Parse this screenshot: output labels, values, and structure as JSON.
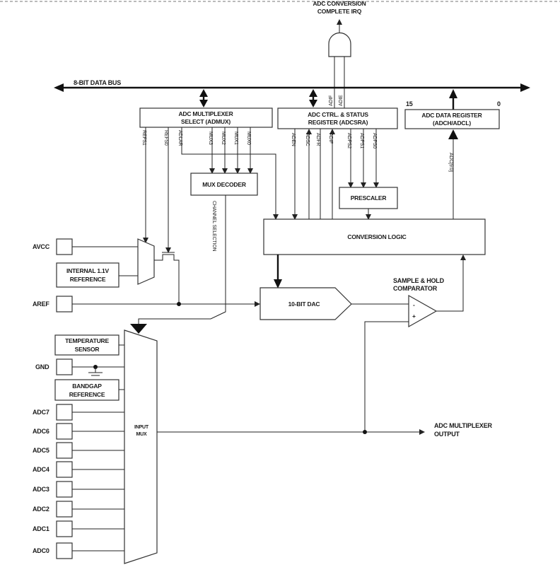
{
  "irq": {
    "line1": "ADC CONVERSION",
    "line2": "COMPLETE IRQ"
  },
  "bus": {
    "label": "8-BIT DATA BUS"
  },
  "admux": {
    "line1": "ADC MULTIPLEXER",
    "line2": "SELECT (ADMUX)",
    "bits": [
      "REFS1",
      "REFS0",
      "ADLAR",
      "MUX3",
      "MUX2",
      "MUX1",
      "MUX0"
    ]
  },
  "adcsra": {
    "line1": "ADC CTRL. & STATUS",
    "line2": "REGISTER (ADCSRA)",
    "bits": [
      "ADEN",
      "ADSC",
      "ADFR",
      "ADIF",
      "ADPS2",
      "ADPS1",
      "ADPS0"
    ],
    "irq_bits": [
      "ADIF",
      "ADIE"
    ]
  },
  "data_register": {
    "line1": "ADC DATA REGISTER",
    "line2": "(ADCH/ADCL)",
    "msb": "15",
    "lsb": "0",
    "bus_label": "ADC[9:0]"
  },
  "mux_decoder": {
    "label": "MUX DECODER"
  },
  "prescaler": {
    "label": "PRESCALER"
  },
  "conversion_logic": {
    "label": "CONVERSION LOGIC"
  },
  "channel_selection": {
    "label": "CHANNEL SELECTION"
  },
  "dac": {
    "label": "10-BIT DAC"
  },
  "comparator": {
    "line1": "SAMPLE & HOLD",
    "line2": "COMPARATOR",
    "minus": "-",
    "plus": "+"
  },
  "references": {
    "avcc": "AVCC",
    "internal_line1": "INTERNAL 1.1V",
    "internal_line2": "REFERENCE",
    "aref": "AREF"
  },
  "inputs": {
    "temp_line1": "TEMPERATURE",
    "temp_line2": "SENSOR",
    "gnd": "GND",
    "bandgap_line1": "BANDGAP",
    "bandgap_line2": "REFERENCE",
    "adc_pins": [
      "ADC7",
      "ADC6",
      "ADC5",
      "ADC4",
      "ADC3",
      "ADC2",
      "ADC1",
      "ADC0"
    ]
  },
  "input_mux": {
    "line1": "INPUT",
    "line2": "MUX"
  },
  "mux_output": {
    "line1": "ADC MULTIPLEXER",
    "line2": "OUTPUT"
  }
}
